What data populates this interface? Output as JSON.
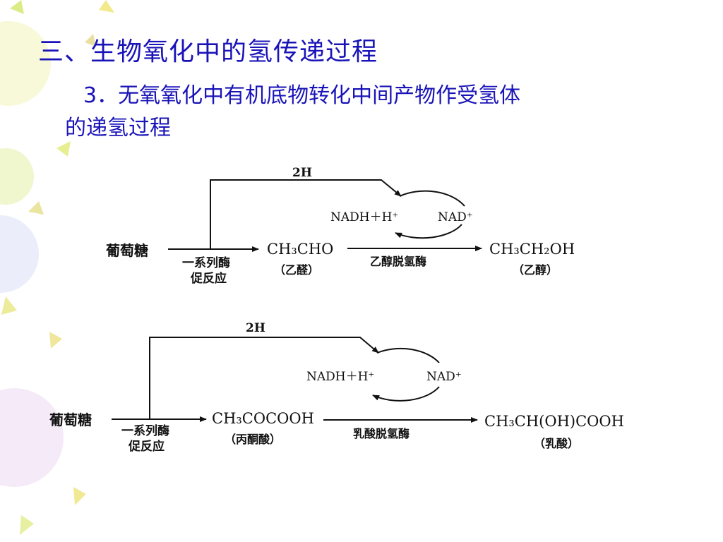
{
  "title": "三、生物氧化中的氢传递过程",
  "subtitle_line1": "3．无氧氧化中有机底物转化中间产物作受氢体",
  "subtitle_line2": "的递氢过程",
  "diagram1": {
    "hydrogen": "2H",
    "substrate": "葡萄糖",
    "step1_line1": "一系列酶",
    "step1_line2": "促反应",
    "intermediate": "CH₃CHO",
    "intermediate_name": "（乙醛）",
    "nadh": "NADH＋H⁺",
    "nad": "NAD⁺",
    "enzyme": "乙醇脱氢酶",
    "product": "CH₃CH₂OH",
    "product_name": "（乙醇）"
  },
  "diagram2": {
    "hydrogen": "2H",
    "substrate": "葡萄糖",
    "step1_line1": "一系列酶",
    "step1_line2": "促反应",
    "intermediate": "CH₃COCOOH",
    "intermediate_name": "（丙酮酸）",
    "nadh": "NADH＋H⁺",
    "nad": "NAD⁺",
    "enzyme": "乳酸脱氢酶",
    "product": "CH₃CH(OH)COOH",
    "product_name": "（乳酸）"
  }
}
